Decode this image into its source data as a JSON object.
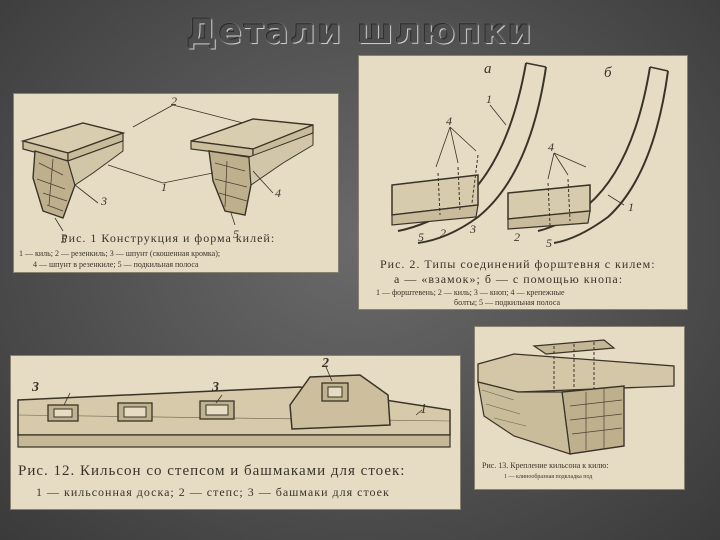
{
  "slide": {
    "title": "Детали шлюпки"
  },
  "figures": [
    {
      "id": "fig1",
      "caption": "Рис. 1 Конструкция и форма килей:",
      "legend": [
        "1 — киль; 2 — резенкиль; 3 — шпунт (скошенная кромка);",
        "4 — шпунт в резенкиле; 5 — подкильная полоса"
      ],
      "labels": [
        "2",
        "1",
        "3",
        "4",
        "5",
        "5"
      ]
    },
    {
      "id": "fig2",
      "caption": "Рис. 2. Типы соединений форштевня с килем:",
      "caption2": "а — «взамок»; б — с помощью кнопа:",
      "legend": [
        "1 — форштевень; 2 — киль; 3 — кноп; 4 — крепежные",
        "болты; 5 — подкильная полоса"
      ],
      "labels": [
        "а",
        "б",
        "1",
        "1",
        "4",
        "4",
        "3",
        "2",
        "5",
        "2",
        "5"
      ]
    },
    {
      "id": "fig12",
      "caption": "Рис. 12. Кильсон со степсом и башмаками для стоек:",
      "legend": [
        "1 — кильсонная доска; 2 — степс; 3 — башмаки для стоек"
      ],
      "labels": [
        "3",
        "3",
        "2",
        "1"
      ]
    },
    {
      "id": "fig13",
      "caption": "Рис. 13. Крепление кильсона к килю:",
      "legend": [
        "1 — клинообразная подкладка под"
      ]
    }
  ]
}
